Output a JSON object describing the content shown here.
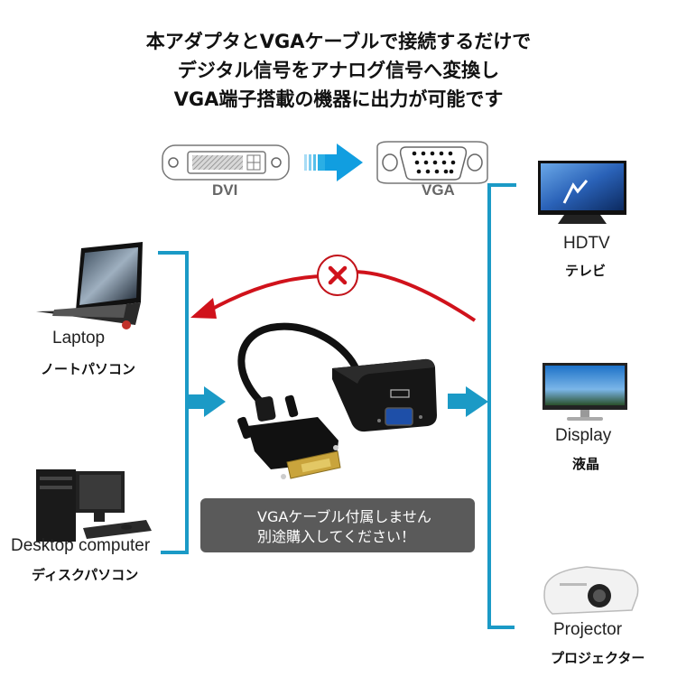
{
  "headline": {
    "line1": "本アダプタとVGAケーブルで接続するだけで",
    "line2": "デジタル信号をアナログ信号へ変換し",
    "line3": "VGA端子搭載の機器に出力が可能です"
  },
  "connectors": {
    "input_label": "DVI",
    "output_label": "VGA"
  },
  "sources": [
    {
      "icon": "laptop-icon",
      "label_en": "Laptop",
      "label_ja": "ノートパソコン"
    },
    {
      "icon": "desktop-computer-icon",
      "label_en": "Desktop computer",
      "label_ja": "ディスクパソコン"
    }
  ],
  "outputs": [
    {
      "icon": "hdtv-icon",
      "label_en": "HDTV",
      "label_ja": "テレビ"
    },
    {
      "icon": "display-icon",
      "label_en": "Display",
      "label_ja": "液晶"
    },
    {
      "icon": "projector-icon",
      "label_en": "Projector",
      "label_ja": "プロジェクター"
    }
  ],
  "warning": {
    "icon": "warning-triangle-icon",
    "line1": "VGAケーブル付属しません",
    "line2": "別途購入してください！"
  },
  "reverse_blocked_icon": "x-circle-icon",
  "colors": {
    "flow_blue": "#1b9ac6",
    "arrow_blue": "#119ee0",
    "blocked_red": "#d0121b",
    "warning_yellow": "#f2df3a",
    "warning_bg": "#5a5a5a"
  }
}
